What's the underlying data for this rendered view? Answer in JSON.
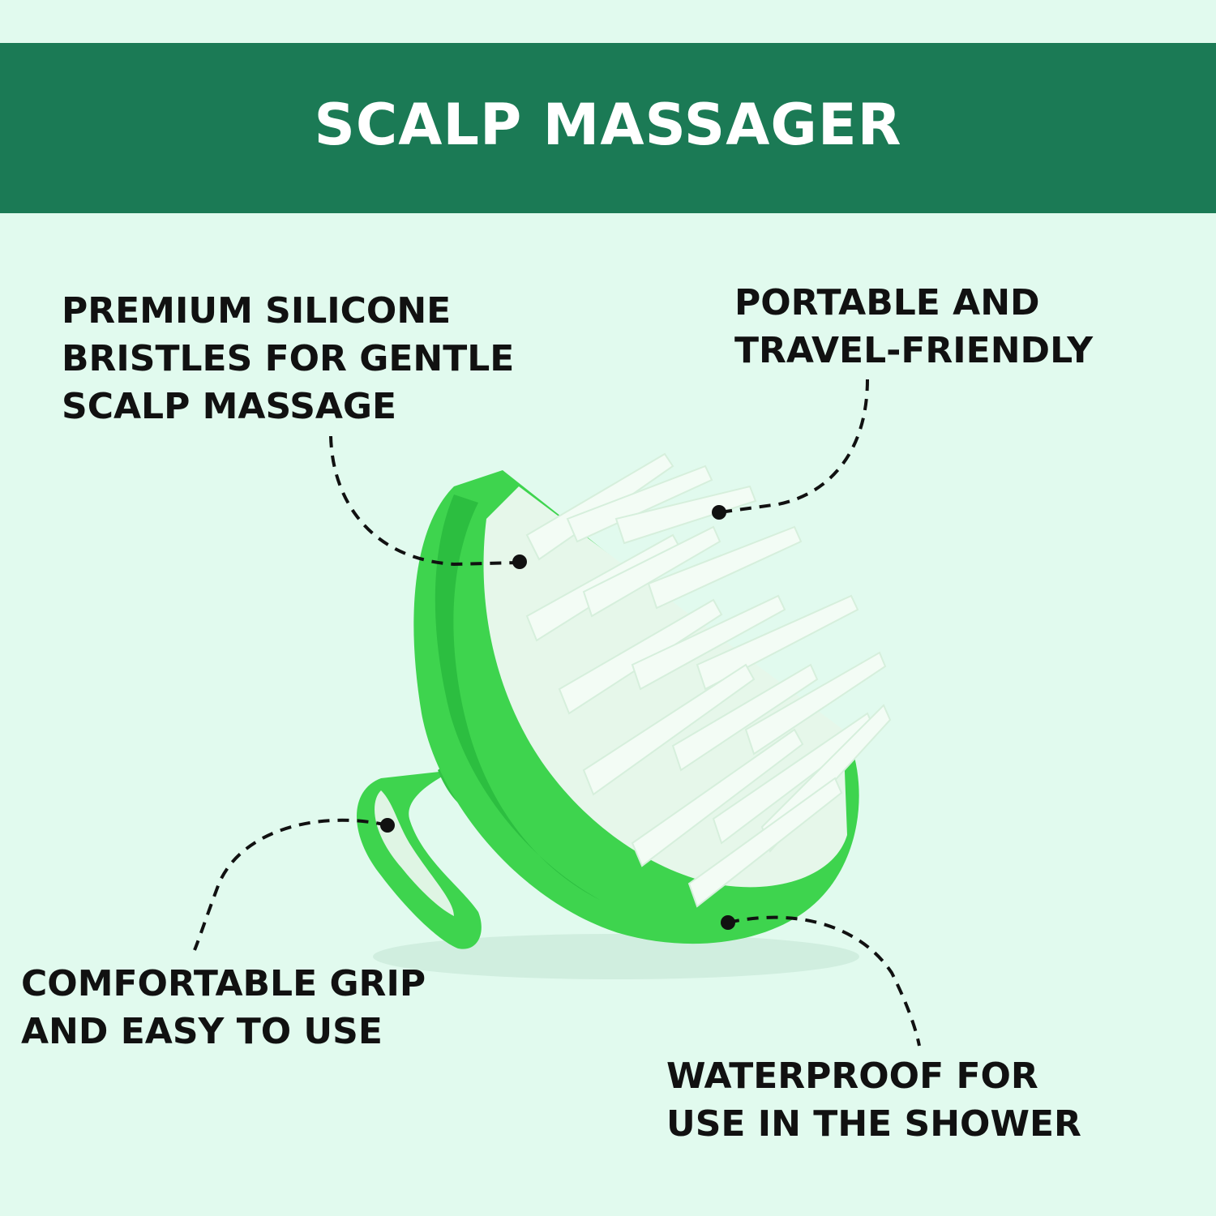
{
  "colors": {
    "background": "#e1faee",
    "banner": "#1b7a55",
    "banner_text": "#ffffff",
    "callout_text": "#111111",
    "product_body": "#3ed44e",
    "product_shadow": "#26b33c",
    "bristles": "#eefaf1",
    "leader_line": "#111111"
  },
  "header": {
    "title": "SCALP MASSAGER"
  },
  "callouts": {
    "bristles": {
      "lines": [
        "PREMIUM SILICONE",
        "BRISTLES FOR GENTLE",
        "SCALP MASSAGE"
      ]
    },
    "portable": {
      "lines": [
        "PORTABLE AND",
        "TRAVEL-FRIENDLY"
      ]
    },
    "grip": {
      "lines": [
        "COMFORTABLE GRIP",
        "AND EASY TO USE"
      ]
    },
    "waterproof": {
      "lines": [
        "WATERPROOF FOR",
        "USE IN THE SHOWER"
      ]
    }
  },
  "product": {
    "icon": "scalp-massager-brush-illustration"
  }
}
